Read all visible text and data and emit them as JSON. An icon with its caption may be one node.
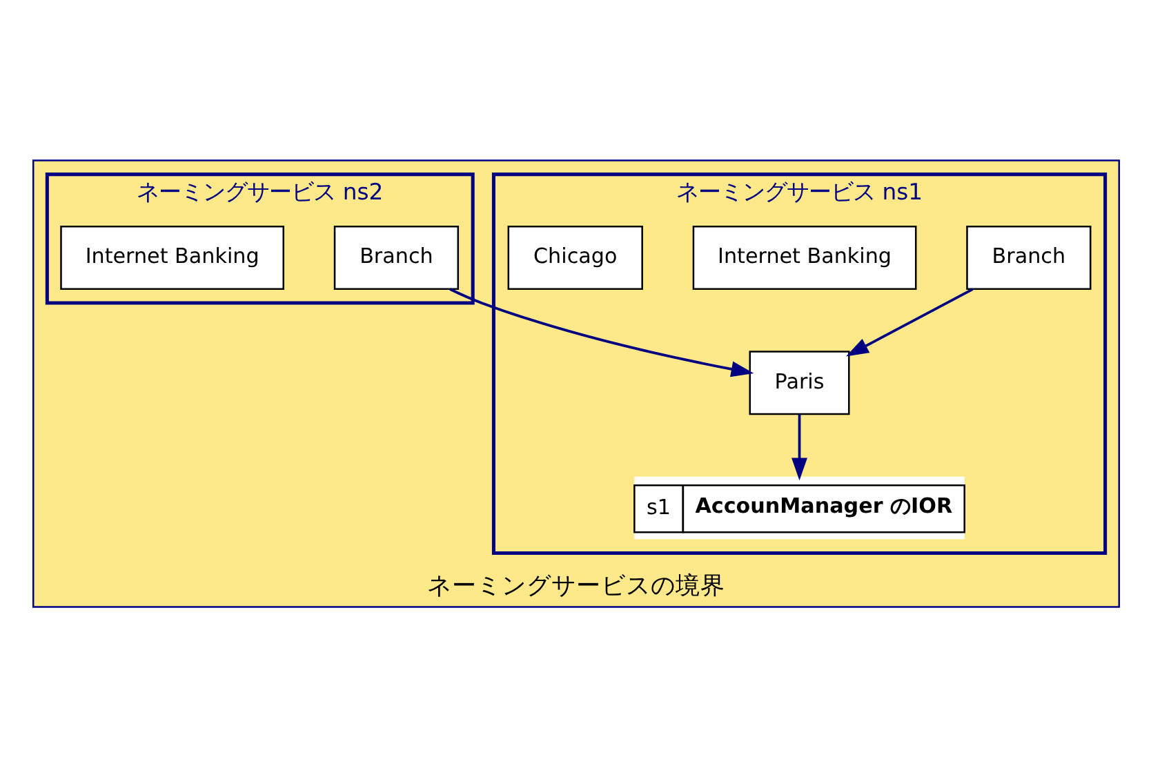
{
  "diagram": {
    "nodes": [
      {
        "text": [
          "ネーミングサービスの境界"
        ]
      },
      {
        "text": [
          "ネーミングサービス ns1"
        ],
        "in": 0
      },
      {
        "text": [
          "Branch"
        ],
        "in": 1
      },
      {
        "text": [
          "Internet Banking"
        ],
        "in": 1
      },
      {
        "text": [
          "Paris"
        ],
        "in": 1
      },
      {
        "text": [
          "Chicago"
        ],
        "in": 1
      },
      {
        "text": [
          "s1",
          "AccounManager のIOR"
        ],
        "in": 1
      },
      {
        "text": [
          "ネーミングサービス ns2"
        ],
        "in": 0
      },
      {
        "text": [
          "Branch"
        ],
        "in": 7
      },
      {
        "text": [
          "Internet Banking"
        ],
        "in": 7
      }
    ],
    "edges": [
      {
        "from": 2,
        "to": 4,
        "arrow": "to"
      },
      {
        "from": 8,
        "to": 4,
        "arrow": "to"
      },
      {
        "from": 4,
        "to": 6,
        "arrow": "to"
      }
    ]
  }
}
